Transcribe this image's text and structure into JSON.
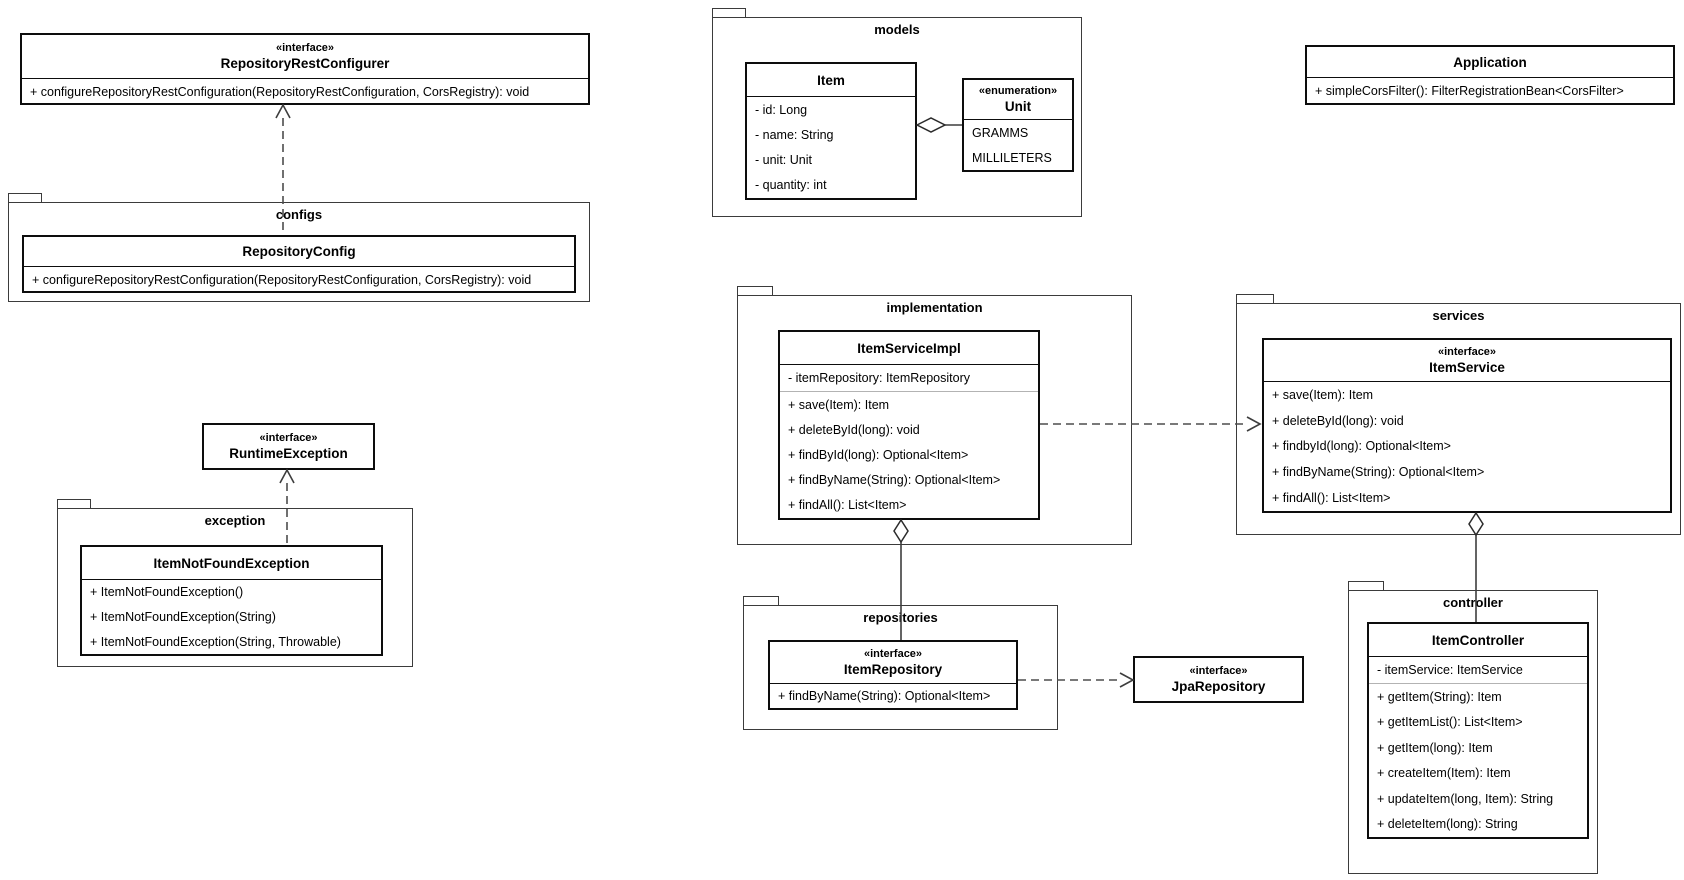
{
  "packages": {
    "configs": "configs",
    "exception": "exception",
    "models": "models",
    "implementation": "implementation",
    "services": "services",
    "repositories": "repositories",
    "controller": "controller"
  },
  "classes": {
    "repository_rest_configurer": {
      "stereotype": "«interface»",
      "name": "RepositoryRestConfigurer",
      "methods": [
        "+ configureRepositoryRestConfiguration(RepositoryRestConfiguration, CorsRegistry): void"
      ]
    },
    "repository_config": {
      "name": "RepositoryConfig",
      "methods": [
        "+ configureRepositoryRestConfiguration(RepositoryRestConfiguration, CorsRegistry): void"
      ]
    },
    "runtime_exception": {
      "stereotype": "«interface»",
      "name": "RuntimeException"
    },
    "item_not_found_exception": {
      "name": "ItemNotFoundException",
      "methods": [
        "+ ItemNotFoundException()",
        "+ ItemNotFoundException(String)",
        "+ ItemNotFoundException(String, Throwable)"
      ]
    },
    "item": {
      "name": "Item",
      "fields": [
        "- id: Long",
        "- name: String",
        "- unit: Unit",
        "- quantity: int"
      ]
    },
    "unit": {
      "stereotype": "«enumeration»",
      "name": "Unit",
      "values": [
        "GRAMMS",
        "MILLILETERS"
      ]
    },
    "application": {
      "name": "Application",
      "methods": [
        "+ simpleCorsFilter(): FilterRegistrationBean<CorsFilter>"
      ]
    },
    "item_service_impl": {
      "name": "ItemServiceImpl",
      "fields": [
        "- itemRepository: ItemRepository"
      ],
      "methods": [
        "+ save(Item): Item",
        "+ deleteById(long): void",
        "+ findById(long): Optional<Item>",
        "+ findByName(String): Optional<Item>",
        "+ findAll(): List<Item>"
      ]
    },
    "item_service": {
      "stereotype": "«interface»",
      "name": "ItemService",
      "methods": [
        "+ save(Item): Item",
        "+ deleteById(long): void",
        "+ findbyId(long): Optional<Item>",
        "+ findByName(String): Optional<Item>",
        "+ findAll(): List<Item>"
      ]
    },
    "item_repository": {
      "stereotype": "«interface»",
      "name": "ItemRepository",
      "methods": [
        "+ findByName(String): Optional<Item>"
      ]
    },
    "jpa_repository": {
      "stereotype": "«interface»",
      "name": "JpaRepository"
    },
    "item_controller": {
      "name": "ItemController",
      "fields": [
        "- itemService: ItemService"
      ],
      "methods": [
        "+ getItem(String): Item",
        "+ getItemList(): List<Item>",
        "+ getItem(long): Item",
        "+ createItem(Item): Item",
        "+ updateItem(long, Item): String",
        "+ deleteItem(long): String"
      ]
    }
  },
  "relations": [
    {
      "from": "RepositoryConfig",
      "to": "RepositoryRestConfigurer",
      "type": "dashed-open-arrow"
    },
    {
      "from": "ItemNotFoundException",
      "to": "RuntimeException",
      "type": "dashed-open-arrow"
    },
    {
      "from": "ItemServiceImpl",
      "to": "ItemService",
      "type": "dashed-open-arrow"
    },
    {
      "from": "ItemRepository",
      "to": "JpaRepository",
      "type": "dashed-open-arrow"
    },
    {
      "from": "ItemServiceImpl",
      "to": "ItemRepository",
      "type": "aggregation"
    },
    {
      "from": "ItemService",
      "to": "ItemController",
      "type": "aggregation"
    },
    {
      "from": "Item",
      "to": "Unit",
      "type": "aggregation"
    }
  ],
  "colors": {
    "background": "#ffffff",
    "class_border": "#0d0d0d",
    "package_border": "#3b3b3b",
    "edge": "#4d4d4d"
  }
}
